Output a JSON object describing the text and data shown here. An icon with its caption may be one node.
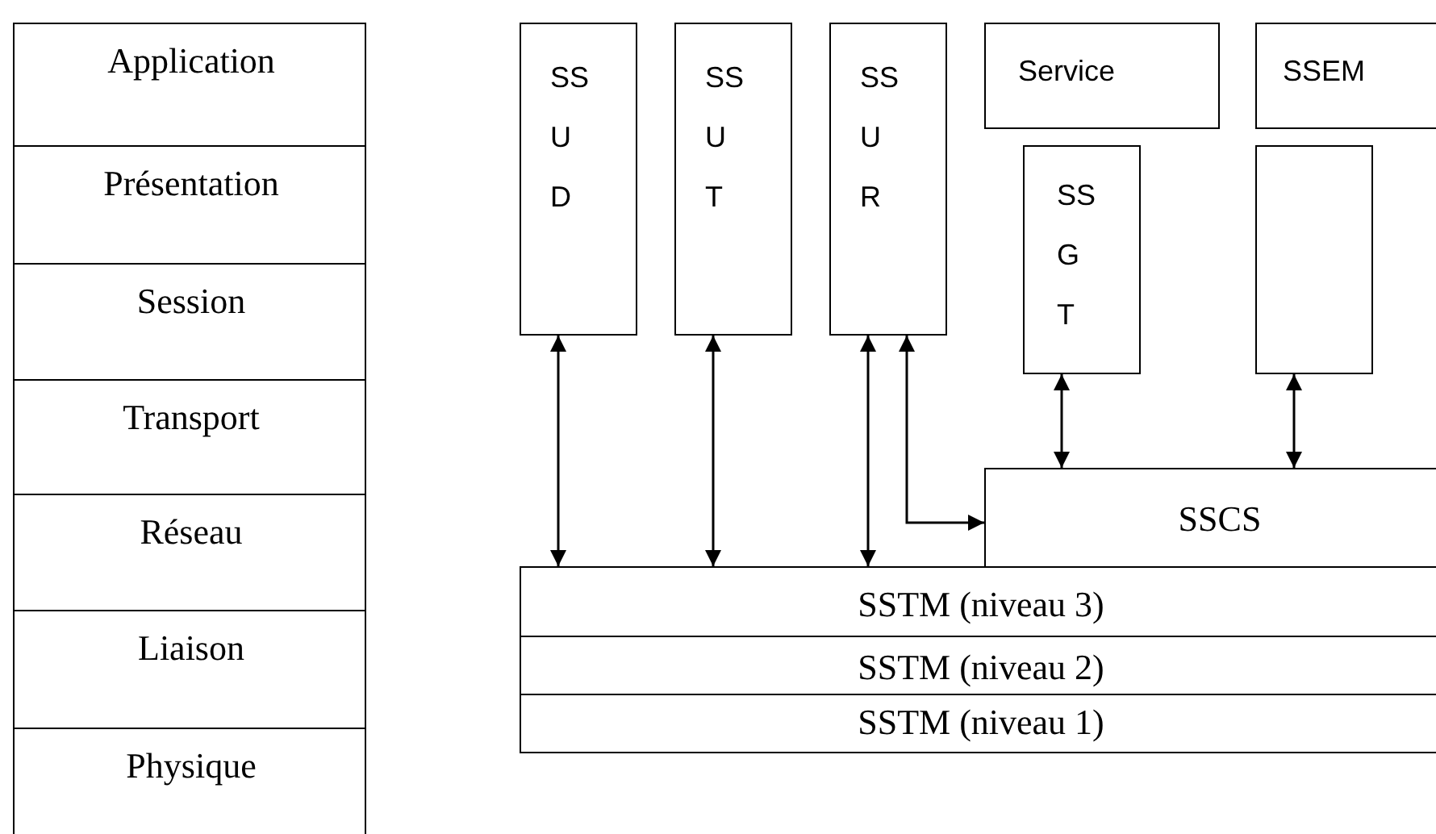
{
  "diagram": {
    "nodes": [
      {
        "text": [
          "Application"
        ]
      },
      {
        "text": [
          "Présentation"
        ]
      },
      {
        "text": [
          "Session"
        ]
      },
      {
        "text": [
          "Transport"
        ]
      },
      {
        "text": [
          "Réseau"
        ]
      },
      {
        "text": [
          "Liaison"
        ]
      },
      {
        "text": [
          "Physique"
        ]
      },
      {
        "text": [
          "SS U D"
        ]
      },
      {
        "text": [
          "SS U T"
        ]
      },
      {
        "text": [
          "SS U R"
        ]
      },
      {
        "text": [
          "Service"
        ]
      },
      {
        "text": [
          "SSEM"
        ]
      },
      {
        "text": [
          "SS G T"
        ]
      },
      {
        "text": [],
        "shape": "box"
      },
      {
        "text": [
          "SSCS"
        ]
      },
      {
        "text": [
          "SSTM (niveau 3)"
        ]
      },
      {
        "text": [
          "SSTM (niveau 2)"
        ]
      },
      {
        "text": [
          "SSTM (niveau 1)"
        ]
      }
    ],
    "edges": [
      {
        "from": 15,
        "to": 7,
        "arrow": "both"
      },
      {
        "from": 15,
        "to": 8,
        "arrow": "both"
      },
      {
        "from": 15,
        "to": 9,
        "arrow": "both"
      },
      {
        "from": 9,
        "to": 14,
        "arrow": "both"
      },
      {
        "from": 14,
        "to": 12,
        "arrow": "both"
      },
      {
        "from": 14,
        "to": 13,
        "arrow": "both"
      }
    ]
  }
}
